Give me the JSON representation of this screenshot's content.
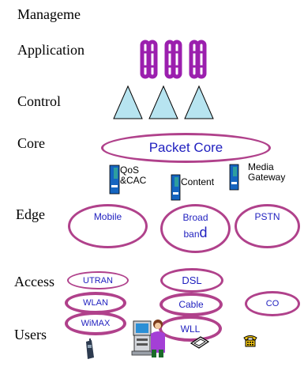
{
  "layers": {
    "management": "Manageme",
    "application": "Application",
    "control": "Control",
    "core": "Core",
    "edge": "Edge",
    "access": "Access",
    "users": "Users"
  },
  "core": {
    "packet_core": "Packet Core"
  },
  "core_servers": {
    "qos": "QoS\n&CAC",
    "content": "Content",
    "media_gateway": "Media\nGateway"
  },
  "edge": {
    "mobile": "Mobile",
    "broadband_1": "Broad",
    "broadband_2": "ban",
    "broadband_3": "d",
    "pstn": "PSTN"
  },
  "access": {
    "utran": "UTRAN",
    "wlan": "WLAN",
    "wimax": "WiMAX",
    "dsl": "DSL",
    "cable": "Cable",
    "wll": "WLL",
    "co": "CO"
  },
  "colors": {
    "ellipse_border": "#b0418b",
    "ellipse_text": "#1f1fbf",
    "application_icon": "#9b1fae",
    "control_triangle": "#b7e4f0",
    "server_body": "#1565c0",
    "server_accent": "#2e9e9e"
  },
  "icons": {
    "application": "application-cluster-icon",
    "control": "control-triangle-icon",
    "server": "server-tower-icon",
    "users": [
      "mobile-phone-icon",
      "desktop-user-icon",
      "handheld-device-icon",
      "telephone-icon"
    ]
  }
}
